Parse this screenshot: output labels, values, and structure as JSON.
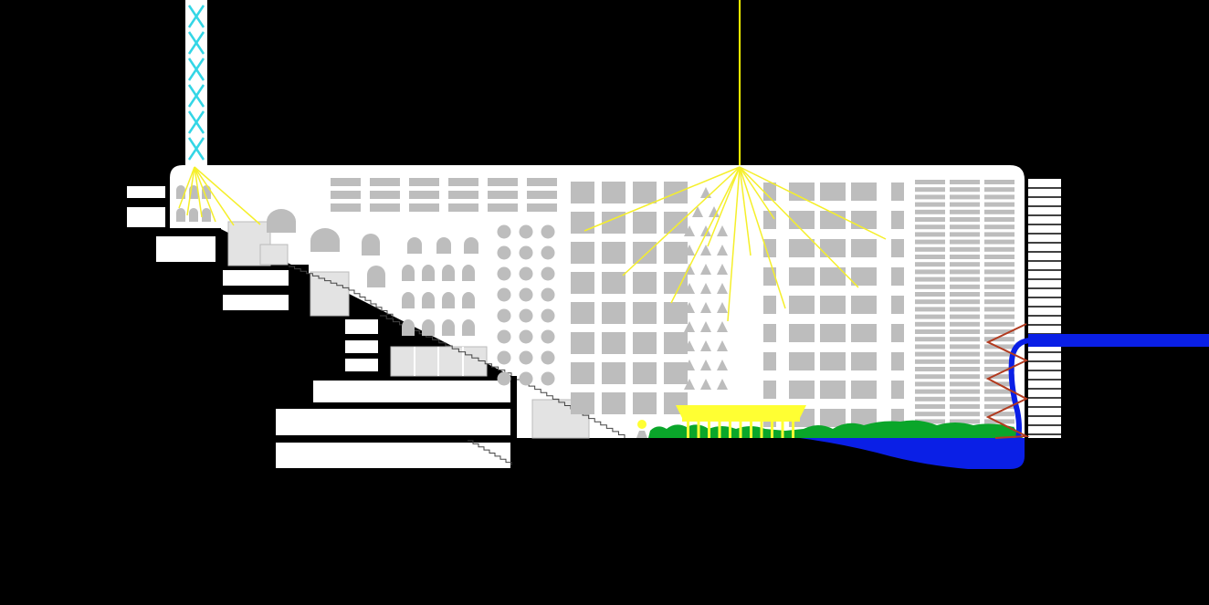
{
  "colors": {
    "background": "#000000",
    "hall": "#ffffff",
    "facade": "#bdbdbd",
    "light_beam": "#f5ef2a",
    "light_shaft": "#ffff00",
    "cross_brace": "#33d6e6",
    "water": "#0a1fe6",
    "vegetation": "#0aa62a",
    "zigzag_brace": "#b23a1f",
    "plaza_light": "#ffff33",
    "step_block": "#e3e3e3"
  },
  "icons": {
    "left_shaft": "cross-braced-shaft",
    "light_source": "radiating-light",
    "stair": "stepped-terraces",
    "water": "water-channel"
  }
}
